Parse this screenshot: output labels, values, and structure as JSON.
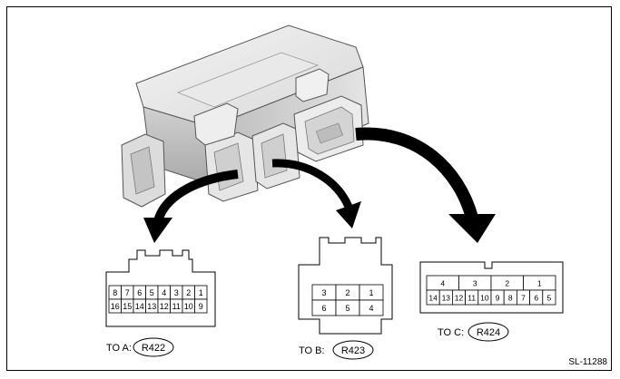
{
  "figure_id": "SL-11288",
  "connectors": [
    {
      "id": "A",
      "label_prefix": "TO A:",
      "code": "R422",
      "rows": [
        [
          "8",
          "7",
          "6",
          "5",
          "4",
          "3",
          "2",
          "1"
        ],
        [
          "16",
          "15",
          "14",
          "13",
          "12",
          "11",
          "10",
          "9"
        ]
      ]
    },
    {
      "id": "B",
      "label_prefix": "TO B:",
      "code": "R423",
      "rows": [
        [
          "3",
          "2",
          "1"
        ],
        [
          "6",
          "5",
          "4"
        ]
      ]
    },
    {
      "id": "C",
      "label_prefix": "TO C:",
      "code": "R424",
      "rows": [
        [
          "4",
          "3",
          "2",
          "1"
        ],
        [
          "14",
          "13",
          "12",
          "11",
          "10",
          "9",
          "8",
          "7",
          "6",
          "5"
        ]
      ]
    }
  ]
}
